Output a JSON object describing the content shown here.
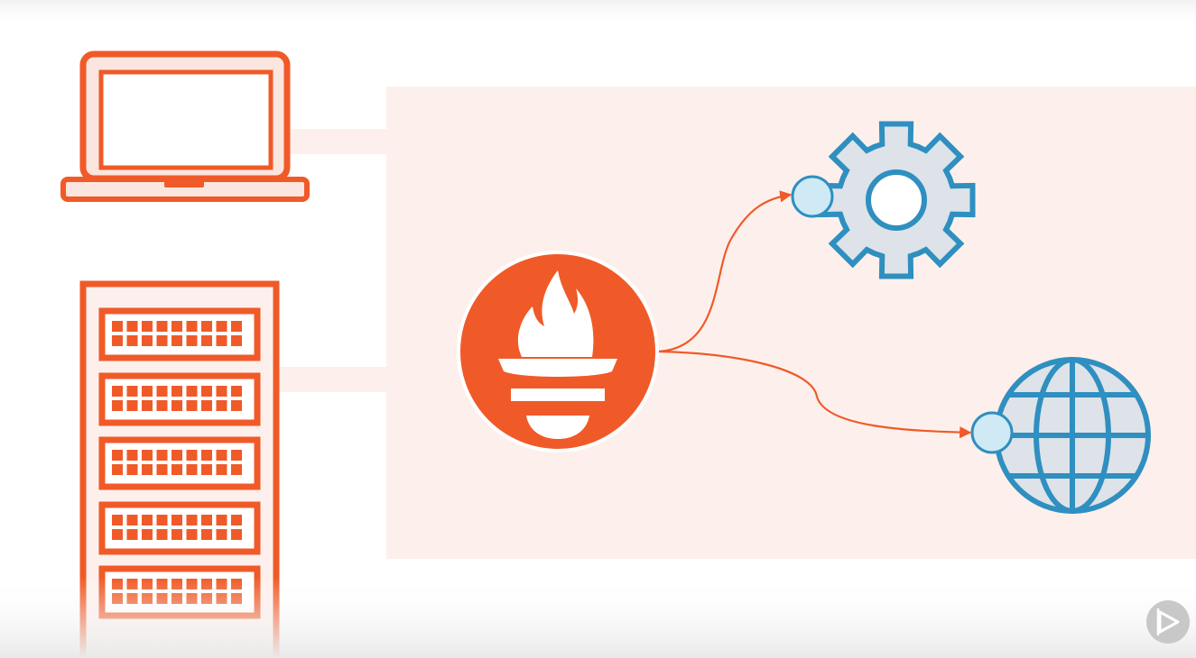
{
  "icons": {
    "laptop": "laptop-icon",
    "server_rack": "server-rack-icon",
    "prometheus": "prometheus-torch-icon",
    "service": "gear-icon",
    "web": "globe-icon",
    "player": "play-icon"
  },
  "colors": {
    "orange": "#f05a28",
    "panel": "#fdf0ec",
    "light_orange": "#fbe6df",
    "blue": "#2f8fc0",
    "blue_fill": "#dde3e8",
    "node_fill": "#cfe9f5",
    "player_bg": "#c8c8c8"
  },
  "connections": [
    {
      "from": "prometheus",
      "to": "service"
    },
    {
      "from": "prometheus",
      "to": "web"
    }
  ]
}
